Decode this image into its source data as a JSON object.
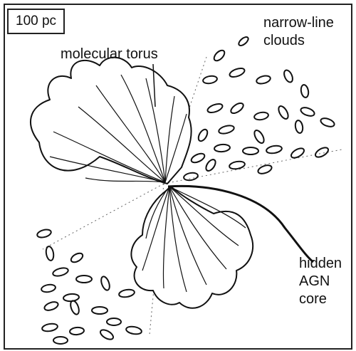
{
  "labels": {
    "scale": "100 pc",
    "torus": "molecular torus",
    "clouds_line1": "narrow-line",
    "clouds_line2": "clouds",
    "core_line1": "hidden",
    "core_line2": "AGN",
    "core_line3": "core"
  },
  "colors": {
    "ink": "#111111",
    "background": "#ffffff"
  }
}
